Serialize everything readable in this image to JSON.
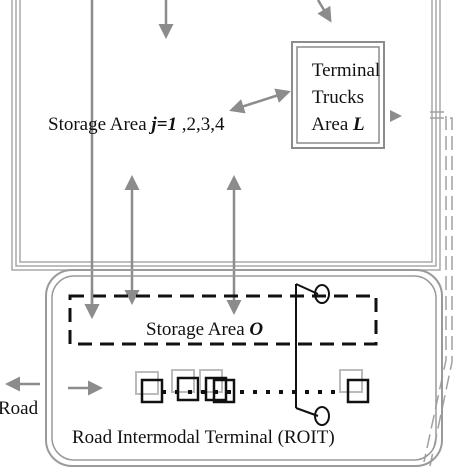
{
  "labels": {
    "terminal_trucks_line1": "Terminal",
    "terminal_trucks_line2": "Trucks",
    "terminal_trucks_line3_prefix": "Area ",
    "terminal_trucks_line3_var": "L",
    "storage_area_j_prefix": "Storage Area ",
    "storage_area_j_var": "j=1",
    "storage_area_j_suffix": " ,2,3,4",
    "storage_area_o_prefix": "Storage Area ",
    "storage_area_o_var": "O",
    "road": "Road",
    "roit": "Road Intermodal Terminal (ROIT)"
  },
  "colors": {
    "arrow": "#8c8c8c",
    "border": "#9a9a9a",
    "dark": "#111111"
  }
}
